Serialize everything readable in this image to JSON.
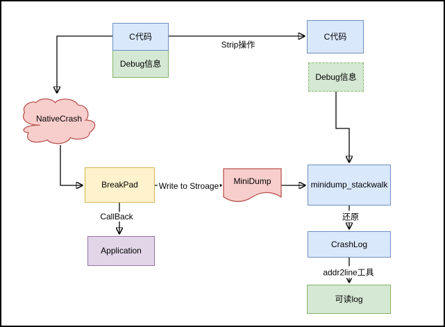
{
  "diagram": {
    "type": "flowchart",
    "nodes": {
      "src_code_left": {
        "label": "C代码",
        "shape": "rectangle",
        "fill": "#dae8fc",
        "stroke": "#6c8ebf"
      },
      "debug_info_left": {
        "label": "Debug信息",
        "shape": "rectangle",
        "fill": "#d5e8d4",
        "stroke": "#82b366"
      },
      "src_code_right": {
        "label": "C代码",
        "shape": "rectangle",
        "fill": "#dae8fc",
        "stroke": "#6c8ebf"
      },
      "debug_info_right": {
        "label": "Debug信息",
        "shape": "rectangle-dashed",
        "fill": "#d5e8d4",
        "stroke": "#82b366"
      },
      "native_crash": {
        "label": "NativeCrash",
        "shape": "cloud",
        "fill": "#f8cecc",
        "stroke": "#b85450"
      },
      "breakpad": {
        "label": "BreakPad",
        "shape": "rectangle",
        "fill": "#fff2cc",
        "stroke": "#d6b656"
      },
      "minidump": {
        "label": "MiniDump",
        "shape": "document",
        "fill": "#f8cecc",
        "stroke": "#b85450"
      },
      "minidump_stackwalk": {
        "label": "minidump_stackwalk",
        "shape": "rectangle",
        "fill": "#dae8fc",
        "stroke": "#6c8ebf"
      },
      "crashlog": {
        "label": "CrashLog",
        "shape": "rectangle",
        "fill": "#dae8fc",
        "stroke": "#6c8ebf"
      },
      "readable_log": {
        "label": "可读log",
        "shape": "rectangle",
        "fill": "#d5e8d4",
        "stroke": "#82b366"
      },
      "application": {
        "label": "Application",
        "shape": "rectangle",
        "fill": "#e1d5e7",
        "stroke": "#9673a6"
      }
    },
    "edge_labels": {
      "strip": {
        "label": "Strip操作"
      },
      "write_to_storage": {
        "label": "Write to Stroage"
      },
      "callback": {
        "label": "CallBack"
      },
      "restore": {
        "label": "还原"
      },
      "addr2line": {
        "label": "addr2line工具"
      }
    },
    "line_color": "#000000",
    "background_color": "#ffffff"
  }
}
